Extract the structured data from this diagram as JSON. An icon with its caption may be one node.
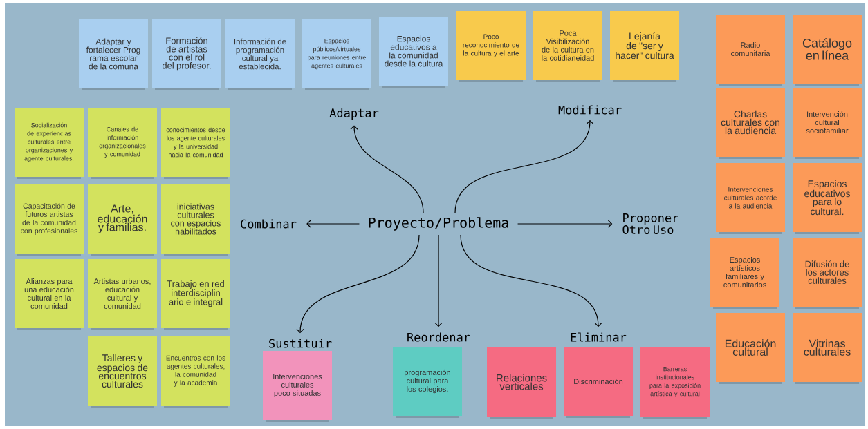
{
  "diagram": {
    "nodes": [
      {
        "text": [
          "Proyecto/Problema"
        ]
      },
      {
        "text": [
          "Adaptar"
        ]
      },
      {
        "text": [
          "Modificar"
        ]
      },
      {
        "text": [
          "Combinar"
        ]
      },
      {
        "text": [
          "Proponer Otro Uso"
        ]
      },
      {
        "text": [
          "Sustituir"
        ]
      },
      {
        "text": [
          "Reordenar"
        ]
      },
      {
        "text": [
          "Eliminar"
        ]
      },
      {
        "text": [
          "Adaptar y fortalecer Prog rama escolar de la comuna"
        ]
      },
      {
        "text": [
          "Formación de artistas con el rol del profesor."
        ]
      },
      {
        "text": [
          "Información de programación cultural ya establecida."
        ]
      },
      {
        "text": [
          "Espacios públicos/virtuales para reuniones entre agentes culturales"
        ]
      },
      {
        "text": [
          "Espacios educativos a la comunidad desde la cultura"
        ]
      },
      {
        "text": [
          "Poco reconocimiento de la cultura y el arte"
        ]
      },
      {
        "text": [
          "Poca Visibilización de la cultura en la cotidianeidad"
        ]
      },
      {
        "text": [
          "Lejanía de \"ser y hacer\" cultura"
        ]
      },
      {
        "text": [
          "Socialización de experiencias culturales entre organizaciones y agente culturales."
        ]
      },
      {
        "text": [
          "Canales de información organizacionales y comunidad"
        ]
      },
      {
        "text": [
          "conocimientos desde los agente culturales y la universidad hacia la comunidad"
        ]
      },
      {
        "text": [
          "Capacitación de futuros artistas de la comunidad con profesionales"
        ]
      },
      {
        "text": [
          "Arte, educación y familias."
        ]
      },
      {
        "text": [
          "iniciativas culturales con espacios habilitados"
        ]
      },
      {
        "text": [
          "Alianzas para una educación cultural en la comunidad"
        ]
      },
      {
        "text": [
          "Artistas urbanos, educación cultural y comunidad"
        ]
      },
      {
        "text": [
          "Trabajo en red interdisciplin ario e integral"
        ]
      },
      {
        "text": [
          "Talleres y espacios de encuentros culturales"
        ]
      },
      {
        "text": [
          "Encuentros con los agentes culturales, la comunidad y la academia"
        ]
      },
      {
        "text": [
          "Radio comunitaria"
        ]
      },
      {
        "text": [
          "Catálogo en línea"
        ]
      },
      {
        "text": [
          "Charlas culturales con la audiencia"
        ]
      },
      {
        "text": [
          "Intervención cultural sociofamiliar"
        ]
      },
      {
        "text": [
          "Intervenciones culturales acorde a la audiencia"
        ]
      },
      {
        "text": [
          "Espacios educativos para lo cultural."
        ]
      },
      {
        "text": [
          "Espacios artísticos familiares y comunitarios"
        ]
      },
      {
        "text": [
          "Difusión de los actores culturales"
        ]
      },
      {
        "text": [
          "Educación cultural"
        ]
      },
      {
        "text": [
          "Vitrinas culturales"
        ]
      },
      {
        "text": [
          "Intervenciones culturales poco situadas"
        ]
      },
      {
        "text": [
          "programación cultural para los colegios."
        ]
      },
      {
        "text": [
          "Relaciones verticales"
        ]
      },
      {
        "text": [
          "Discriminación"
        ]
      },
      {
        "text": [
          "Barreras institucionales para la exposición artística y cultural"
        ]
      }
    ],
    "edges": [
      {
        "from": 0,
        "to": 1,
        "arrow": "to"
      },
      {
        "from": 0,
        "to": 2,
        "arrow": "to"
      },
      {
        "from": 0,
        "to": 3,
        "arrow": "to"
      },
      {
        "from": 0,
        "to": 4,
        "arrow": "to"
      },
      {
        "from": 0,
        "to": 5,
        "arrow": "to"
      },
      {
        "from": 0,
        "to": 6,
        "arrow": "to"
      },
      {
        "from": 0,
        "to": 7,
        "arrow": "to"
      }
    ]
  }
}
